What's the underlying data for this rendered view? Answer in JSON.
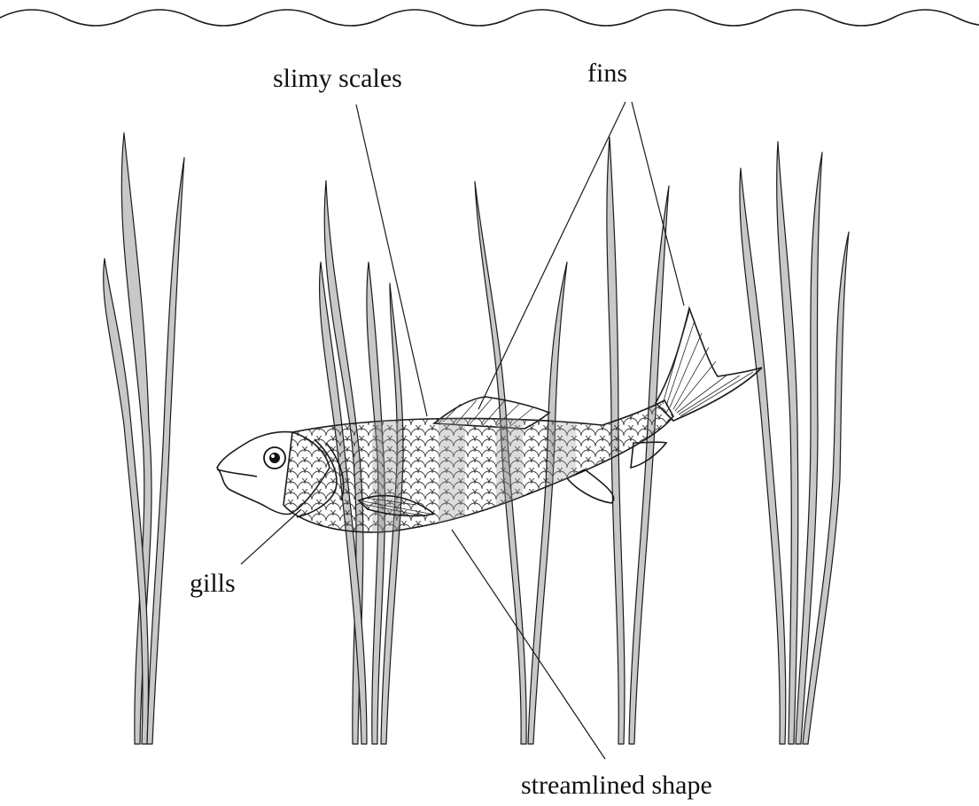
{
  "diagram": {
    "labels": {
      "slimy_scales": "slimy scales",
      "fins": "fins",
      "gills": "gills",
      "streamlined_shape": "streamlined shape"
    }
  }
}
